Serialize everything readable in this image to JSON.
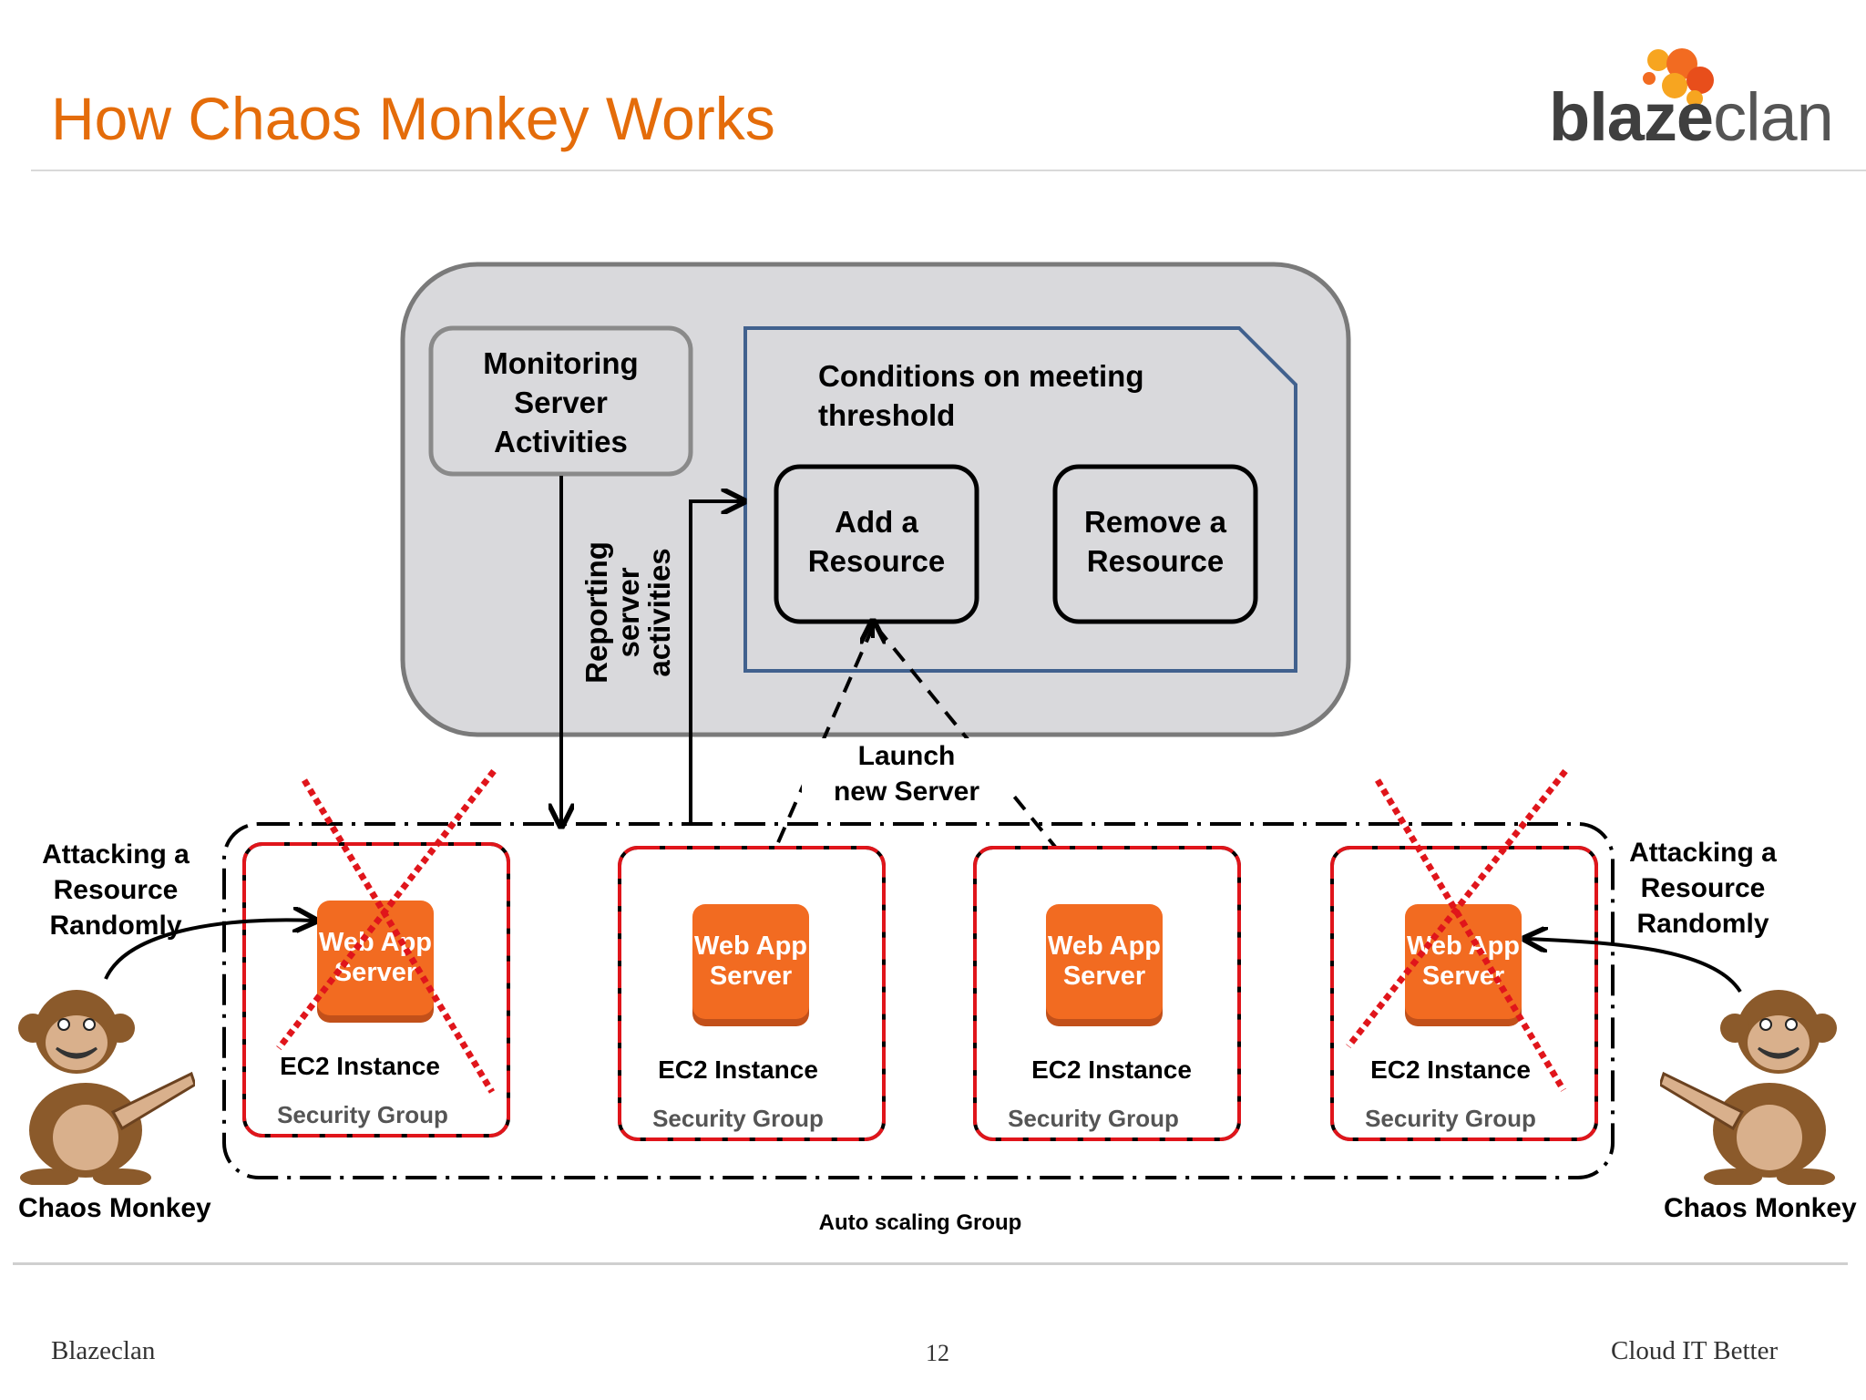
{
  "slide": {
    "title": "How Chaos Monkey Works",
    "logo": {
      "bold": "blaze",
      "light": "clan"
    }
  },
  "diagram": {
    "monitoring": "Monitoring Server Activities",
    "monitoring_lines": [
      "Monitoring",
      "Server",
      "Activities"
    ],
    "conditions_lines": [
      "Conditions on meeting",
      "threshold"
    ],
    "add_resource_lines": [
      "Add a",
      "Resource"
    ],
    "remove_resource_lines": [
      "Remove a",
      "Resource"
    ],
    "reporting_lines": [
      "Reporting",
      "server",
      "activities"
    ],
    "launch_lines": [
      "Launch",
      "new Server"
    ],
    "attacking_lines": [
      "Attacking a",
      "Resource",
      "Randomly"
    ],
    "chaos_monkey": "Chaos Monkey",
    "auto_scaling_group": "Auto scaling Group",
    "instances": [
      {
        "server_lines": [
          "Web App",
          "Server"
        ],
        "ec2": "EC2 Instance",
        "security_group": "Security Group",
        "attacked": true
      },
      {
        "server_lines": [
          "Web App",
          "Server"
        ],
        "ec2": "EC2 Instance",
        "security_group": "Security Group",
        "attacked": false
      },
      {
        "server_lines": [
          "Web App",
          "Server"
        ],
        "ec2": "EC2 Instance",
        "security_group": "Security Group",
        "attacked": false
      },
      {
        "server_lines": [
          "Web App",
          "Server"
        ],
        "ec2": "EC2 Instance",
        "security_group": "Security Group",
        "attacked": true
      }
    ],
    "colors": {
      "title": "#E46C0A",
      "server": "#F26B21",
      "attack": "#E0151B",
      "panel": "#D9D9DC",
      "conditions_border": "#41618E"
    }
  },
  "footer": {
    "left": "Blazeclan",
    "page": "12",
    "right": "Cloud IT Better"
  }
}
